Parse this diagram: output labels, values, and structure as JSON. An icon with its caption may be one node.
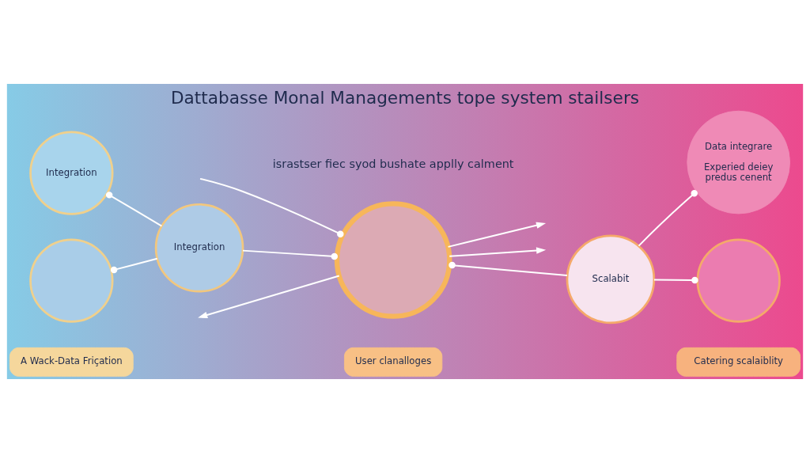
{
  "diagram": {
    "title": "Dattabasse Monal Managements tope system stailsers",
    "nodes": [
      {
        "text": [
          "Integration"
        ]
      },
      {
        "text": [],
        "shape": "circle"
      },
      {
        "text": [
          "Integration"
        ]
      },
      {
        "text": [],
        "shape": "circle"
      },
      {
        "text": [
          "Scalabit"
        ]
      },
      {
        "text": [
          "Data integrare",
          "Experied deiey predus cenent"
        ]
      },
      {
        "text": [],
        "shape": "circle"
      },
      {
        "text": [
          "A Wack-Data Friçation"
        ]
      },
      {
        "text": [
          "User clanalloges"
        ]
      },
      {
        "text": [
          "Catering scalaiblity"
        ]
      }
    ],
    "edges": [
      {
        "from": 0,
        "to": 2,
        "arrow": "other"
      },
      {
        "from": 1,
        "to": 2,
        "arrow": "other"
      },
      {
        "from": 3,
        "to": null,
        "arrow": "other"
      },
      {
        "from": 3,
        "to": null,
        "arrow": "to"
      },
      {
        "from": 3,
        "to": 2,
        "arrow": "other"
      },
      {
        "from": 3,
        "to": 4,
        "arrow": "other"
      },
      {
        "from": 3,
        "to": null,
        "arrow": "to"
      },
      {
        "from": 3,
        "to": null,
        "arrow": "to"
      },
      {
        "from": 5,
        "to": 4,
        "arrow": "other"
      },
      {
        "from": 6,
        "to": 4,
        "arrow": "other"
      }
    ],
    "labels": [
      "israstser fiec syod bushate applly calment"
    ]
  }
}
